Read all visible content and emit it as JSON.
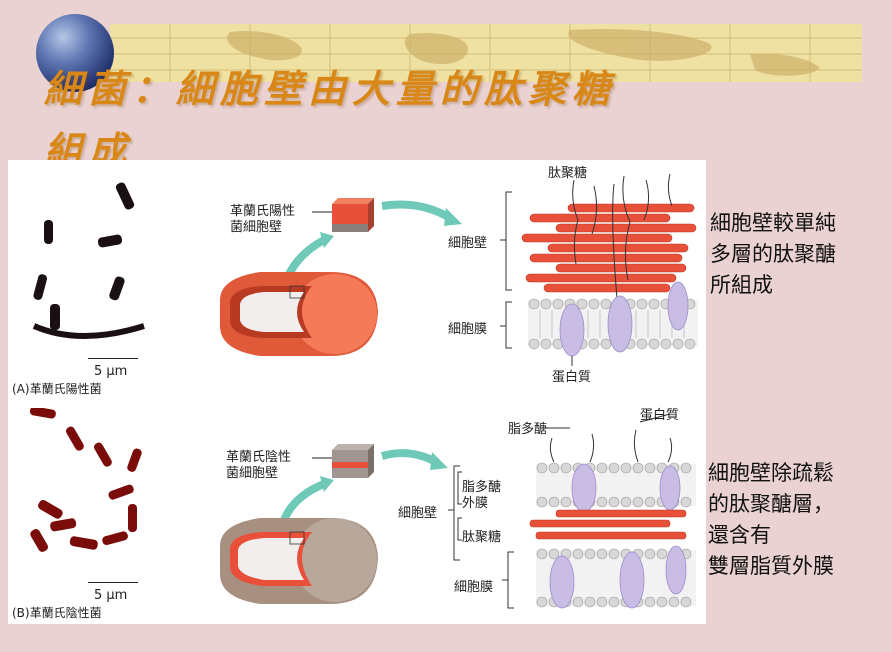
{
  "slide": {
    "title_line1": "細菌：細胞壁由大量的肽聚糖",
    "title_line2": "組成",
    "right_text_top": [
      "細胞壁較單純",
      "多層的肽聚醣",
      "所組成"
    ],
    "right_text_bottom": [
      "細胞壁除疏鬆",
      "的肽聚醣層，",
      "還含有",
      "雙層脂質外膜"
    ]
  },
  "figure": {
    "gram_positive": {
      "scale_bar": "5 μm",
      "caption": "(A)革蘭氏陽性菌",
      "cell_label_line1": "革蘭氏陽性",
      "cell_label_line2": "菌細胞壁",
      "peptidoglycan_label": "肽聚糖",
      "cell_wall_label": "細胞壁",
      "cell_membrane_label": "細胞膜",
      "protein_label": "蛋白質"
    },
    "gram_negative": {
      "scale_bar": "5 μm",
      "caption": "(B)革蘭氏陰性菌",
      "cell_label_line1": "革蘭氏陰性",
      "cell_label_line2": "菌細胞壁",
      "lps_label": "脂多醣",
      "protein_label": "蛋白質",
      "cell_wall_label": "細胞壁",
      "lps_outer_label_line1": "脂多醣",
      "lps_outer_label_line2": "外膜",
      "peptidoglycan_label": "肽聚糖",
      "cell_membrane_label": "細胞膜"
    }
  },
  "colors": {
    "background": "#ead2d2",
    "title": "#d98818",
    "banner": "#efe1a2",
    "peptidoglycan": "#e8503a",
    "positive_cell": "#e05a3a",
    "negative_cell": "#a89080",
    "protein": "#c9bde6"
  }
}
